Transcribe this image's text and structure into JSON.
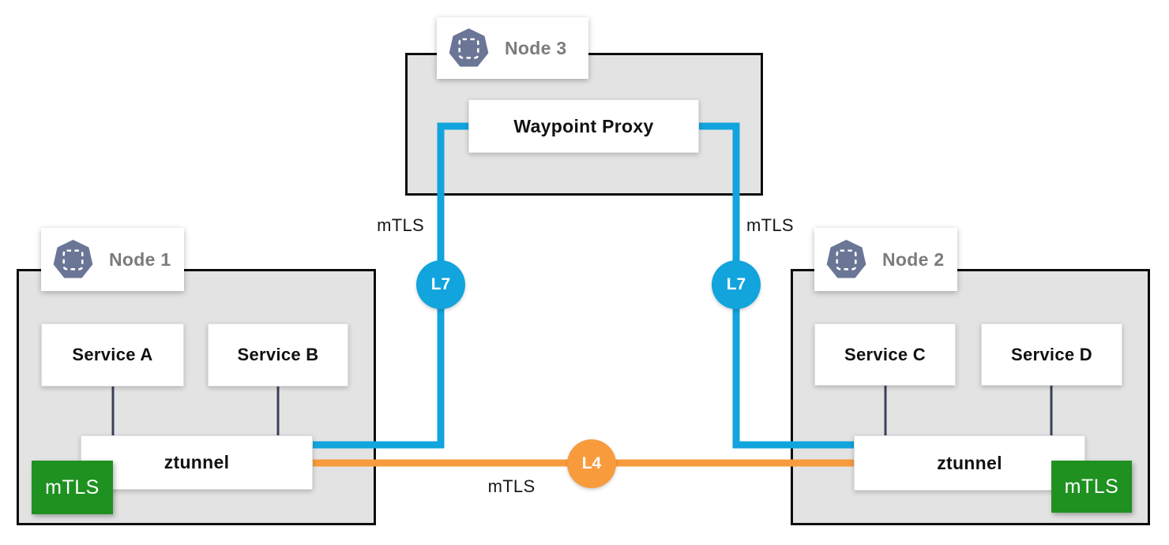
{
  "colors": {
    "node_fill": "#e3e3e3",
    "node_border": "#0d0d0d",
    "l7_blue": "#12a4dc",
    "l4_orange": "#f89b3d",
    "mtls_green": "#1e9121",
    "node_icon": "#6b7596",
    "node_label_text": "#7b7b7b",
    "connector": "#39415a"
  },
  "nodes": [
    {
      "label": "Node 1",
      "services": [
        {
          "label": "Service A"
        },
        {
          "label": "Service B"
        }
      ],
      "ztunnel_label": "ztunnel",
      "mtls_badge": "mTLS"
    },
    {
      "label": "Node 2",
      "services": [
        {
          "label": "Service C"
        },
        {
          "label": "Service D"
        }
      ],
      "ztunnel_label": "ztunnel",
      "mtls_badge": "mTLS"
    },
    {
      "label": "Node 3",
      "waypoint_label": "Waypoint Proxy"
    }
  ],
  "links": {
    "l7_left": {
      "badge": "L7",
      "label": "mTLS"
    },
    "l7_right": {
      "badge": "L7",
      "label": "mTLS"
    },
    "l4": {
      "badge": "L4",
      "label": "mTLS"
    }
  }
}
